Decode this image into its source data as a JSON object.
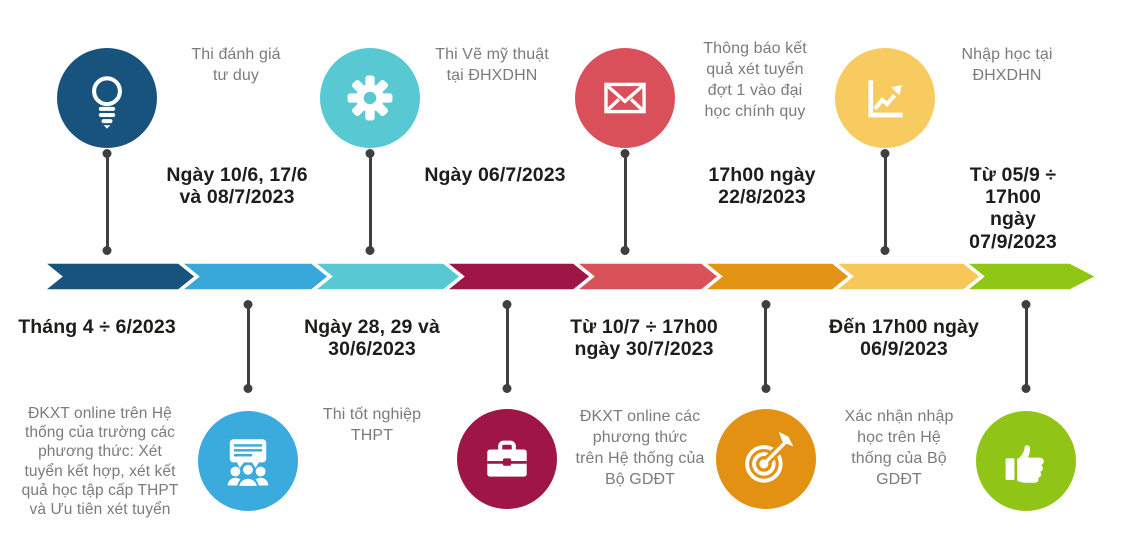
{
  "palette": {
    "background": "#ffffff",
    "connector": "#3f3f3f",
    "title_text": "#7b7b7d",
    "date_text": "#1d1d1b",
    "icon": "#ffffff"
  },
  "timeline": {
    "segments": [
      {
        "color": "#17537D"
      },
      {
        "color": "#38A8DA"
      },
      {
        "color": "#58C9D3"
      },
      {
        "color": "#9E1546"
      },
      {
        "color": "#D95159"
      },
      {
        "color": "#E39414"
      },
      {
        "color": "#F8C75A"
      },
      {
        "color": "#90C614"
      }
    ]
  },
  "top_events": [
    {
      "icon": "lightbulb-icon",
      "circle_color": "#17537D",
      "title": "Thi đánh giá\ntư duy",
      "date": "Ngày 10/6, 17/6\nvà 08/7/2023"
    },
    {
      "icon": "gear-icon",
      "circle_color": "#58C9D3",
      "title": "Thi Vẽ mỹ thuật\ntại ĐHXDHN",
      "date": "Ngày 06/7/2023"
    },
    {
      "icon": "envelope-icon",
      "circle_color": "#D9505A",
      "title": "Thông báo kết\nquả xét tuyển\nđợt 1 vào đại\nhọc chính quy",
      "date": "17h00 ngày\n22/8/2023"
    },
    {
      "icon": "line-chart-icon",
      "circle_color": "#F8CB60",
      "title": "Nhập học tại\nĐHXDHN",
      "date": "Từ 05/9 ÷ 17h00\nngày 07/9/2023"
    }
  ],
  "bottom_events": [
    {
      "date": "Tháng 4 ÷ 6/2023",
      "description": "ĐKXT online trên Hệ\nthống của trường các\nphương thức: Xét\ntuyển kết hợp, xét kết\nquả học tập cấp THPT\nvà Ưu tiên xét tuyển"
    },
    {
      "icon": "chat-group-icon",
      "circle_color": "#3BABDE",
      "date": "Ngày 28, 29 và\n30/6/2023",
      "description": "Thi tốt nghiệp\nTHPT"
    },
    {
      "icon": "briefcase-icon",
      "circle_color": "#9E1546",
      "date": "Từ 10/7 ÷ 17h00\nngày 30/7/2023",
      "description": "ĐKXT online các\nphương thức\ntrên Hệ thống của\nBộ GDĐT"
    },
    {
      "icon": "target-icon",
      "circle_color": "#E39112",
      "date": "Đến 17h00 ngày\n06/9/2023",
      "description": "Xác nhận nhập\nhọc trên Hệ\nthống của Bộ\nGDĐT"
    },
    {
      "icon": "thumbs-up-icon",
      "circle_color": "#90C517"
    }
  ]
}
